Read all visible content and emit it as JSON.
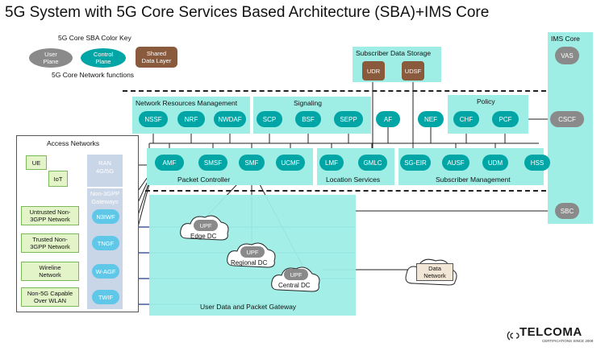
{
  "title": "5G System with 5G Core Services Based Architecture (SBA)+IMS Core",
  "key": {
    "title": "5G Core SBA Color Key",
    "user_plane": "User\nPlane",
    "control_plane": "Control\nPlane",
    "shared_data": "Shared\nData Layer",
    "subtitle": "5G Core Network functions"
  },
  "groups": {
    "network_resources": "Network Resources Management",
    "signaling": "Signaling",
    "policy": "Policy",
    "packet_controller": "Packet Controller",
    "location_services": "Location Services",
    "subscriber_management": "Subscriber Management",
    "subscriber_data_storage": "Subscriber Data Storage",
    "ims_core": "IMS Core",
    "access_networks": "Access Networks",
    "user_data": "User Data and Packet Gateway"
  },
  "nf": {
    "nssf": "NSSF",
    "nrf": "NRF",
    "nwdaf": "NWDAF",
    "scp": "SCP",
    "bsf": "BSF",
    "sepp": "SEPP",
    "af": "AF",
    "nef": "NEF",
    "chf": "CHF",
    "pcf": "PCF",
    "cscf": "CSCF",
    "vas": "VAS",
    "amf": "AMF",
    "smsf": "SMSF",
    "smf": "SMF",
    "ucmf": "UCMF",
    "lmf": "LMF",
    "gmlc": "GMLC",
    "sgeir": "SG-EIR",
    "ausf": "AUSF",
    "udm": "UDM",
    "hss": "HSS",
    "sbc": "SBC",
    "udr": "UDR",
    "udsf": "UDSF"
  },
  "access": {
    "ue": "UE",
    "iot": "IoT",
    "ran": "RAN\n4G/5G",
    "non3gpp": "Non-3GPP\nGateways",
    "n3iwf": "N3IWF",
    "tngf": "TNGF",
    "wagf": "W-AGF",
    "twif": "TWIF",
    "untrusted": "Untrusted Non-\n3GPP Network",
    "trusted": "Trusted Non-\n3GPP Network",
    "wireline": "Wireline\nNetwork",
    "non5g": "Non-5G Capable\nOver WLAN"
  },
  "upf": {
    "label": "UPF",
    "edge": "Edge DC",
    "regional": "Regional DC",
    "central": "Central DC",
    "data_network": "Data\nNetwork"
  },
  "brand": {
    "name": "TELCOMA",
    "tagline": "CERTIFICATIONS SINCE 2009"
  },
  "colors": {
    "control_plane": "#00a6a6",
    "user_plane": "#8a8a8a",
    "shared_data": "#8a5a3c",
    "panel": "#9eeee6",
    "access_box": "#e3f4c8"
  }
}
